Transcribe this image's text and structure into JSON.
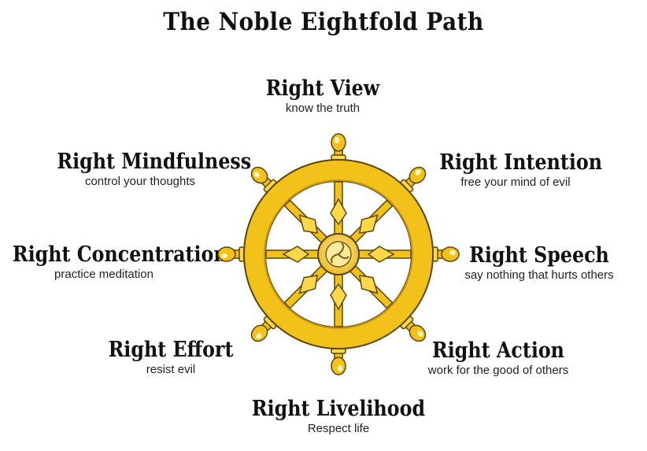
{
  "title": "The Noble Eightfold Path",
  "wheel_icon": "dharma-wheel-icon",
  "colors": {
    "gold": "#f2c21b",
    "gold_light": "#ffd84a",
    "outline": "#5a4508",
    "text": "#111111"
  },
  "path": [
    {
      "heading": "Right View",
      "desc": "know the truth"
    },
    {
      "heading": "Right Intention",
      "desc": "free your mind of evil"
    },
    {
      "heading": "Right Speech",
      "desc": "say nothing that hurts others"
    },
    {
      "heading": "Right Action",
      "desc": "work for the good of others"
    },
    {
      "heading": "Right Livelihood",
      "desc": "Respect life"
    },
    {
      "heading": "Right Effort",
      "desc": "resist evil"
    },
    {
      "heading": "Right Concentration",
      "desc": "practice meditation"
    },
    {
      "heading": "Right Mindfulness",
      "desc": "control your thoughts"
    }
  ]
}
